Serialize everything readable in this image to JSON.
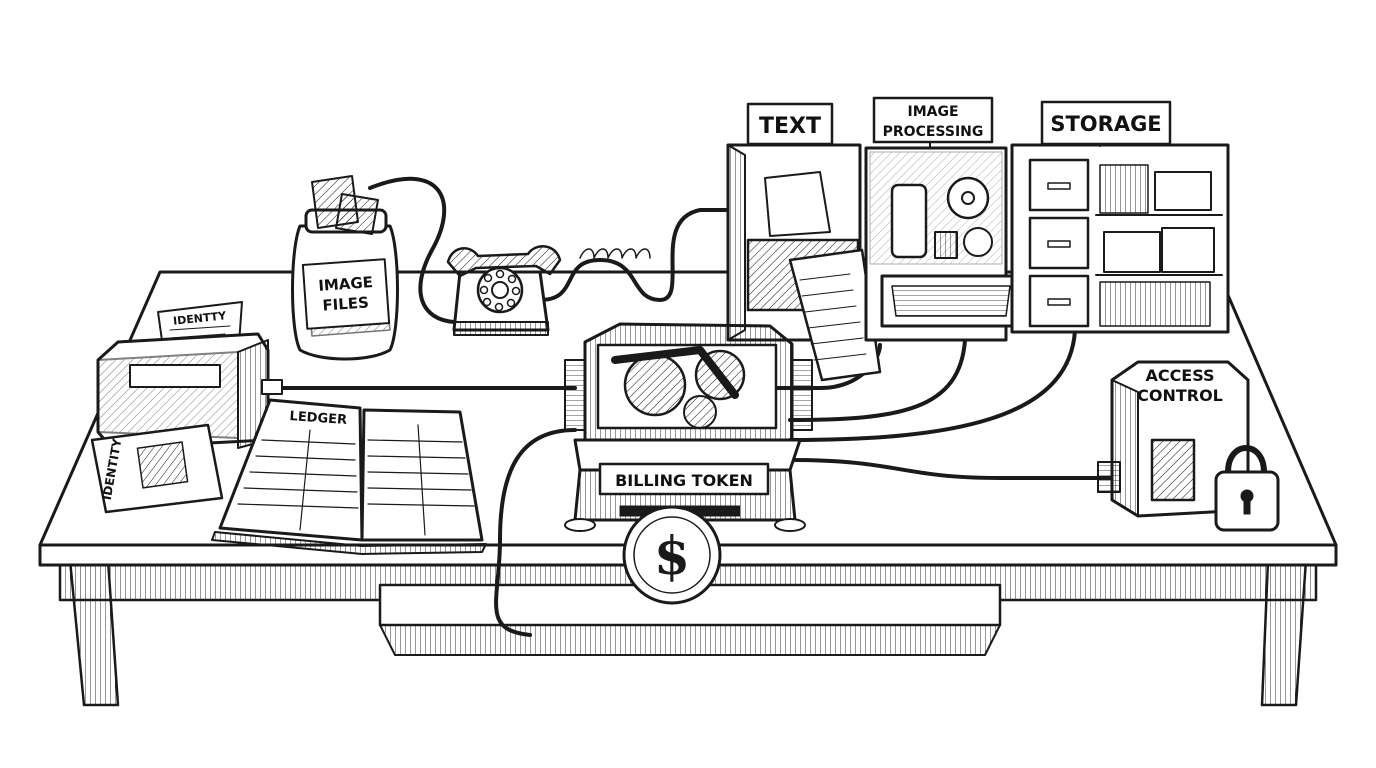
{
  "labels": {
    "text": "TEXT",
    "image_processing_line1": "IMAGE",
    "image_processing_line2": "PROCESSING",
    "storage": "STORAGE",
    "access_control_line1": "ACCESS",
    "access_control_line2": "CONTROL",
    "image_files_line1": "IMAGE",
    "image_files_line2": "FILES",
    "identity_top": "IDENTTY",
    "identity_card": "IDENTITY",
    "ledger": "LEDGER",
    "billing_token": "BILLING TOKEN"
  },
  "colors": {
    "ink": "#1a1a1a",
    "paper": "#ffffff",
    "shade": "#d9d9d9"
  }
}
